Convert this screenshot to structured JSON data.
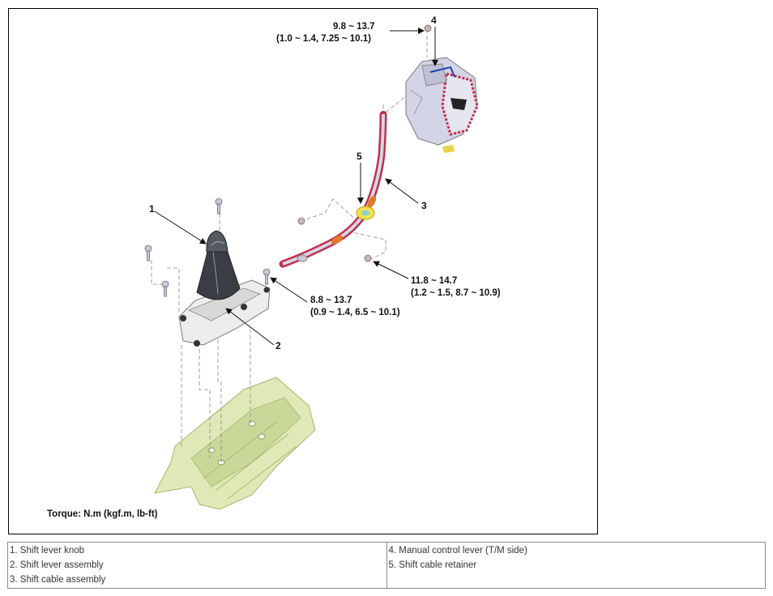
{
  "figure": {
    "torque_note": "Torque: N.m (kgf.m, lb-ft)",
    "callouts": [
      {
        "number": "1"
      },
      {
        "number": "2"
      },
      {
        "number": "3"
      },
      {
        "number": "4"
      },
      {
        "number": "5"
      }
    ],
    "torque_specs": [
      {
        "line1": "9.8 ~ 13.7",
        "line2": "(1.0 ~ 1.4, 7.25 ~ 10.1)"
      },
      {
        "line1": "8.8 ~ 13.7",
        "line2": "(0.9 ~ 1.4, 6.5 ~ 10.1)"
      },
      {
        "line1": "11.8 ~ 14.7",
        "line2": "(1.2 ~ 1.5, 8.7 ~ 10.9)"
      }
    ]
  },
  "legend": {
    "left": [
      "1. Shift lever knob",
      "2. Shift lever assembly",
      "3. Shift cable assembly"
    ],
    "right": [
      "4. Manual control lever (T/M side)",
      "5. Shift cable retainer"
    ]
  }
}
